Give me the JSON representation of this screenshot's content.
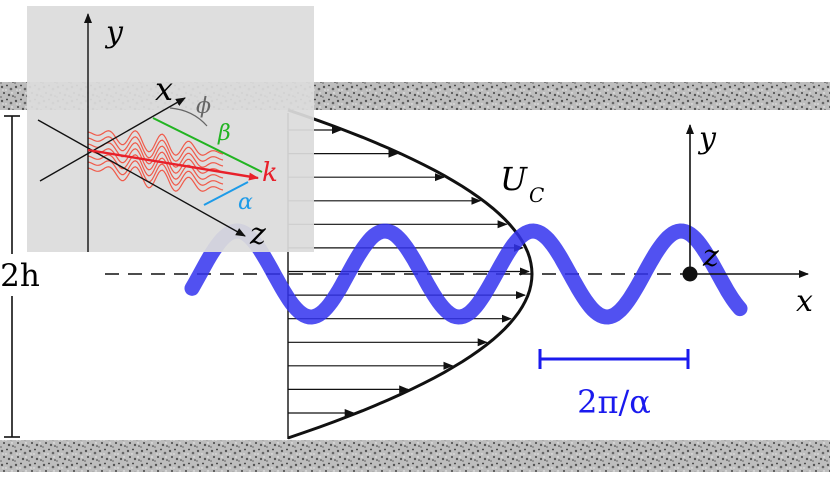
{
  "labels": {
    "half_height": "2h",
    "centerline_velocity": "U",
    "centerline_velocity_sub": "C",
    "axis_x": "x",
    "axis_y": "y",
    "axis_z": "z",
    "wavelength": "2π/α",
    "inset_x": "x",
    "inset_y": "y",
    "inset_z": "z",
    "inset_phi": "ϕ",
    "inset_beta": "β",
    "inset_k": "k",
    "inset_alpha": "α"
  },
  "colors": {
    "wave": "#3333ee",
    "wavelength_bar": "#1a1aee",
    "wall_grain": "#888888",
    "inset_background": "#dcdcdc",
    "wave_vector": "#e8202a",
    "beta_line": "#22b422",
    "alpha_line": "#1e9be8",
    "inset_wavepacket": "#f05a4a",
    "phi_label": "#666666"
  },
  "profile_arrow_count": 13
}
